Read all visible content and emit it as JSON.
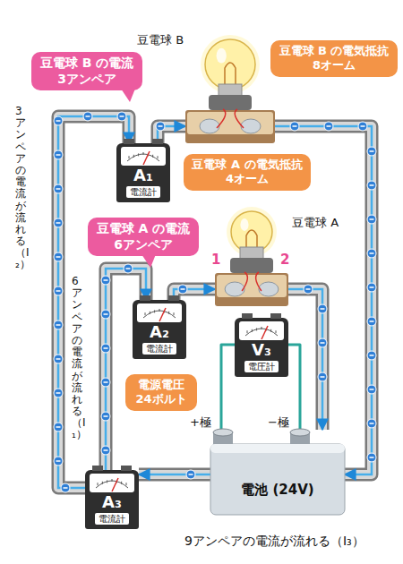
{
  "diagram": {
    "nodes": [
      {
        "text": [
          "豆電球 B"
        ]
      },
      {
        "text": [
          "豆電球 B の電流 3アンペア"
        ]
      },
      {
        "text": [
          "豆電球 B の電気抵抗 8オーム"
        ]
      },
      {
        "text": [
          "A₁",
          "電流計"
        ]
      },
      {
        "text": [
          "豆電球 A の電気抵抗 4オーム"
        ]
      },
      {
        "text": [
          "豆電球 A"
        ]
      },
      {
        "text": [
          "豆電球 A の電流 6アンペア"
        ]
      },
      {
        "text": [
          "A₂",
          "電流計"
        ]
      },
      {
        "text": [
          "V₃",
          "電圧計"
        ]
      },
      {
        "text": [
          "電源電圧 24ボルト"
        ]
      },
      {
        "text": [
          "電池 (24V)"
        ]
      },
      {
        "text": [
          "A₃",
          "電流計"
        ]
      }
    ],
    "edges": [
      {
        "from": 11,
        "to": 3,
        "arrow": "to"
      },
      {
        "from": 3,
        "to": 0,
        "arrow": "to"
      },
      {
        "from": 0,
        "to": 10,
        "arrow": "to"
      },
      {
        "from": 11,
        "to": 7,
        "arrow": "to"
      },
      {
        "from": 7,
        "to": 5,
        "arrow": "to"
      },
      {
        "from": 5,
        "to": 10,
        "arrow": "to"
      },
      {
        "from": 10,
        "to": 11,
        "arrow": "to"
      },
      {
        "from": 8,
        "to": 10,
        "arrow": "none"
      },
      {
        "from": 8,
        "to": 10,
        "arrow": "none"
      }
    ],
    "labels": [
      "1",
      "2",
      "+極",
      "−極",
      "3アンペアの電流が流れる（I₂）",
      "6アンペアの電流が流れる（I₁）",
      "9アンペアの電流が流れる（I₃）"
    ]
  }
}
